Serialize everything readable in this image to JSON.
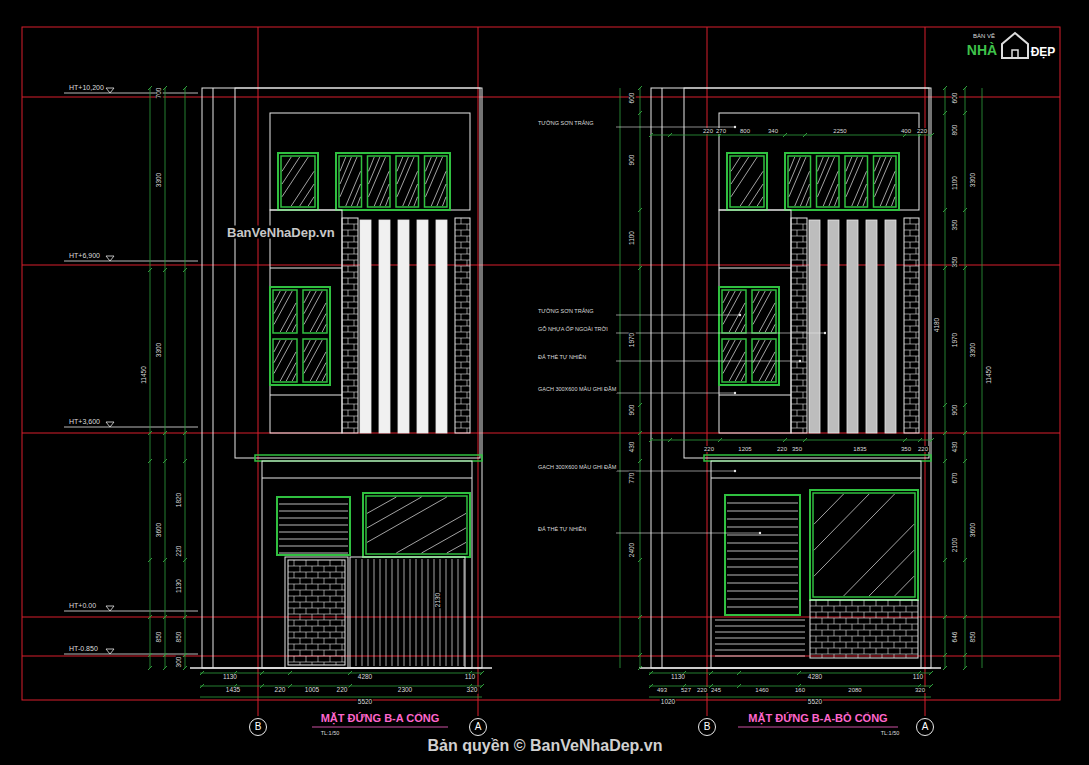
{
  "diagram": {
    "nodes": [
      {
        "text": [
          "B"
        ]
      },
      {
        "text": [
          "A"
        ]
      },
      {
        "text": [
          "B"
        ]
      },
      {
        "text": [
          "A"
        ]
      }
    ],
    "labels": [
      "HT+10,200",
      "HT+6,900",
      "HT+3,600",
      "HT+0.00",
      "HT-0.850",
      "700",
      "3300",
      "3300",
      "11450",
      "3600",
      "1820",
      "220",
      "1130",
      "850",
      "850",
      "300",
      "2130",
      "1130",
      "4280",
      "110",
      "1435",
      "220",
      "1005",
      "220",
      "2300",
      "320",
      "5520",
      "TƯỜNG SƠN TRẮNG",
      "TƯỜNG SƠN TRẮNG",
      "GỖ NHỰA ỐP NGOÀI TRỜI",
      "ĐÁ THẺ TỰ NHIÊN",
      "GẠCH 300X600 MÀU GHI ĐẬM",
      "GẠCH 300X600 MÀU GHI ĐẬM",
      "ĐÁ THẺ TỰ NHIÊN",
      "220",
      "270",
      "800",
      "340",
      "2250",
      "400",
      "220",
      "600",
      "900",
      "1100",
      "1970",
      "900",
      "430",
      "770",
      "2400",
      "600",
      "800",
      "1100",
      "350",
      "350",
      "1970",
      "900",
      "430",
      "670",
      "2100",
      "646",
      "3300",
      "4180",
      "3300",
      "3600",
      "850",
      "11450",
      "220",
      "1205",
      "220",
      "350",
      "1835",
      "350",
      "220",
      "1130",
      "4280",
      "110",
      "493",
      "527",
      "220",
      "245",
      "1460",
      "160",
      "2080",
      "320",
      "1020",
      "5520",
      "MẶT ĐỨNG B-A CỔNG",
      "TL:1/50",
      "MẶT ĐỨNG B-A-BỎ CỔNG",
      "TL:1/50",
      "BanVeNhaDep.vn",
      "Bản quyền © BanVeNhaDep.vn",
      "BẢN VẼ",
      "NHÀ",
      "ĐẸP"
    ]
  }
}
